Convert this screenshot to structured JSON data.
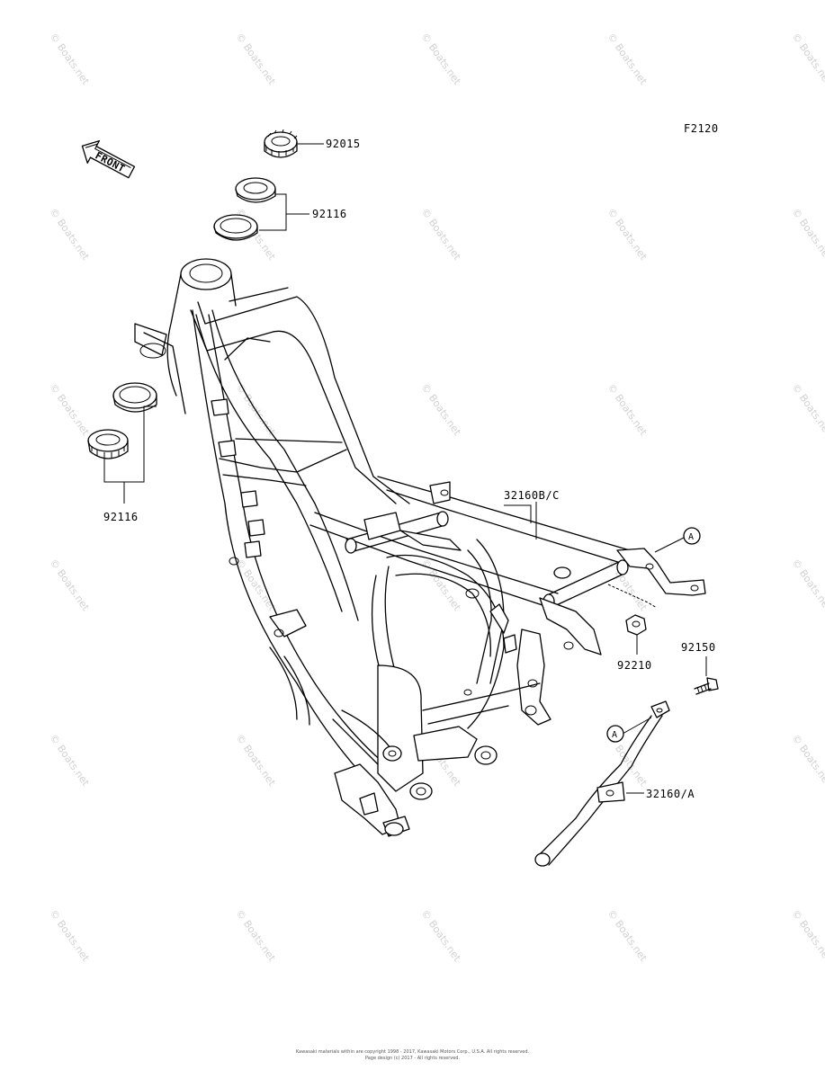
{
  "figure_code": "F2120",
  "front_label": "FRONT",
  "watermark": "© Boats.net",
  "callouts": {
    "p92015": "92015",
    "p92116_top": "92116",
    "p92116_left": "92116",
    "p32160bc": "32160B/C",
    "p92210": "92210",
    "p92150": "92150",
    "p32160a": "32160/A",
    "ref_a_right": "A",
    "ref_a_lower": "A"
  },
  "footer": {
    "line1": "Kawasaki materials within are copyright 1998 - 2017, Kawasaki Motors Corp., U.S.A. All rights reserved.",
    "line2": "Page design (c) 2017 - All rights reserved."
  }
}
